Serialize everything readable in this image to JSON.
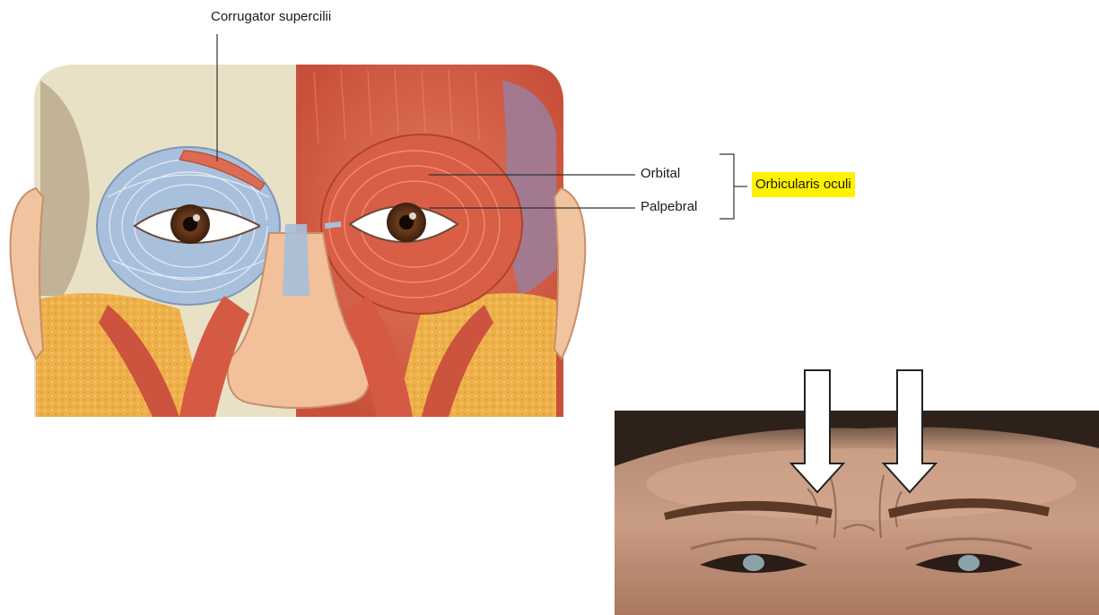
{
  "labels": {
    "corrugator": "Corrugator supercilii",
    "orbital": "Orbital",
    "palpebral": "Palpebral",
    "orbicularis": "Orbicularis oculi"
  },
  "colors": {
    "muscle": "#d9614a",
    "muscle_dark": "#b8432f",
    "bone": "#e9e1c6",
    "fat": "#eeb04a",
    "skin": "#f2c09a",
    "tendon": "#9fb8d6",
    "highlight": "#fff200",
    "arrow_fill": "#ffffff",
    "arrow_stroke": "#222222"
  }
}
